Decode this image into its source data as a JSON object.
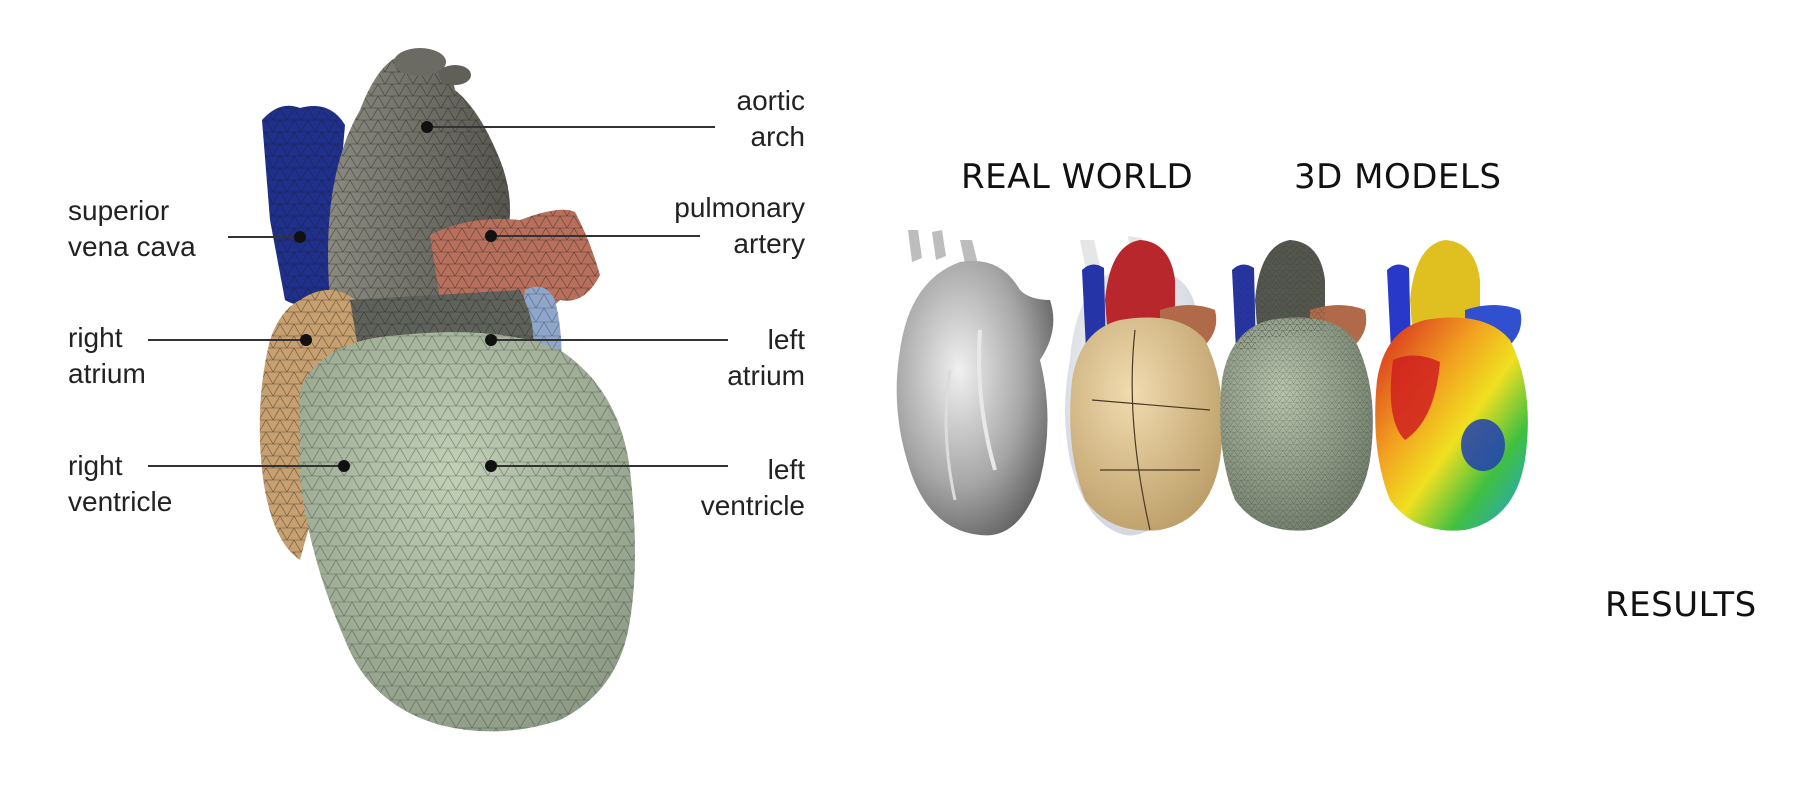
{
  "labels": {
    "superior_vena_cava": [
      "superior",
      "vena cava"
    ],
    "right_atrium": [
      "right",
      "atrium"
    ],
    "right_ventricle": [
      "right",
      "ventricle"
    ],
    "aortic_arch": [
      "aortic",
      "arch"
    ],
    "pulmonary_artery": [
      "pulmonary",
      "artery"
    ],
    "left_atrium": [
      "left",
      "atrium"
    ],
    "left_ventricle": [
      "left",
      "ventricle"
    ]
  },
  "captions": {
    "real_world": "REAL WORLD",
    "models_3d": "3D MODELS",
    "results": "RESULTS"
  },
  "colors": {
    "ventricle_mesh": "#a9b7a0",
    "aorta_mesh": "#6e6e66",
    "vena_cava": "#1f2f8c",
    "pulmonary_artery": "#b8705c",
    "right_atrium": "#c8a070",
    "left_atrium": "#8fa6cc",
    "model_tan": "#d8bb8a",
    "model_red": "#b8272c"
  }
}
